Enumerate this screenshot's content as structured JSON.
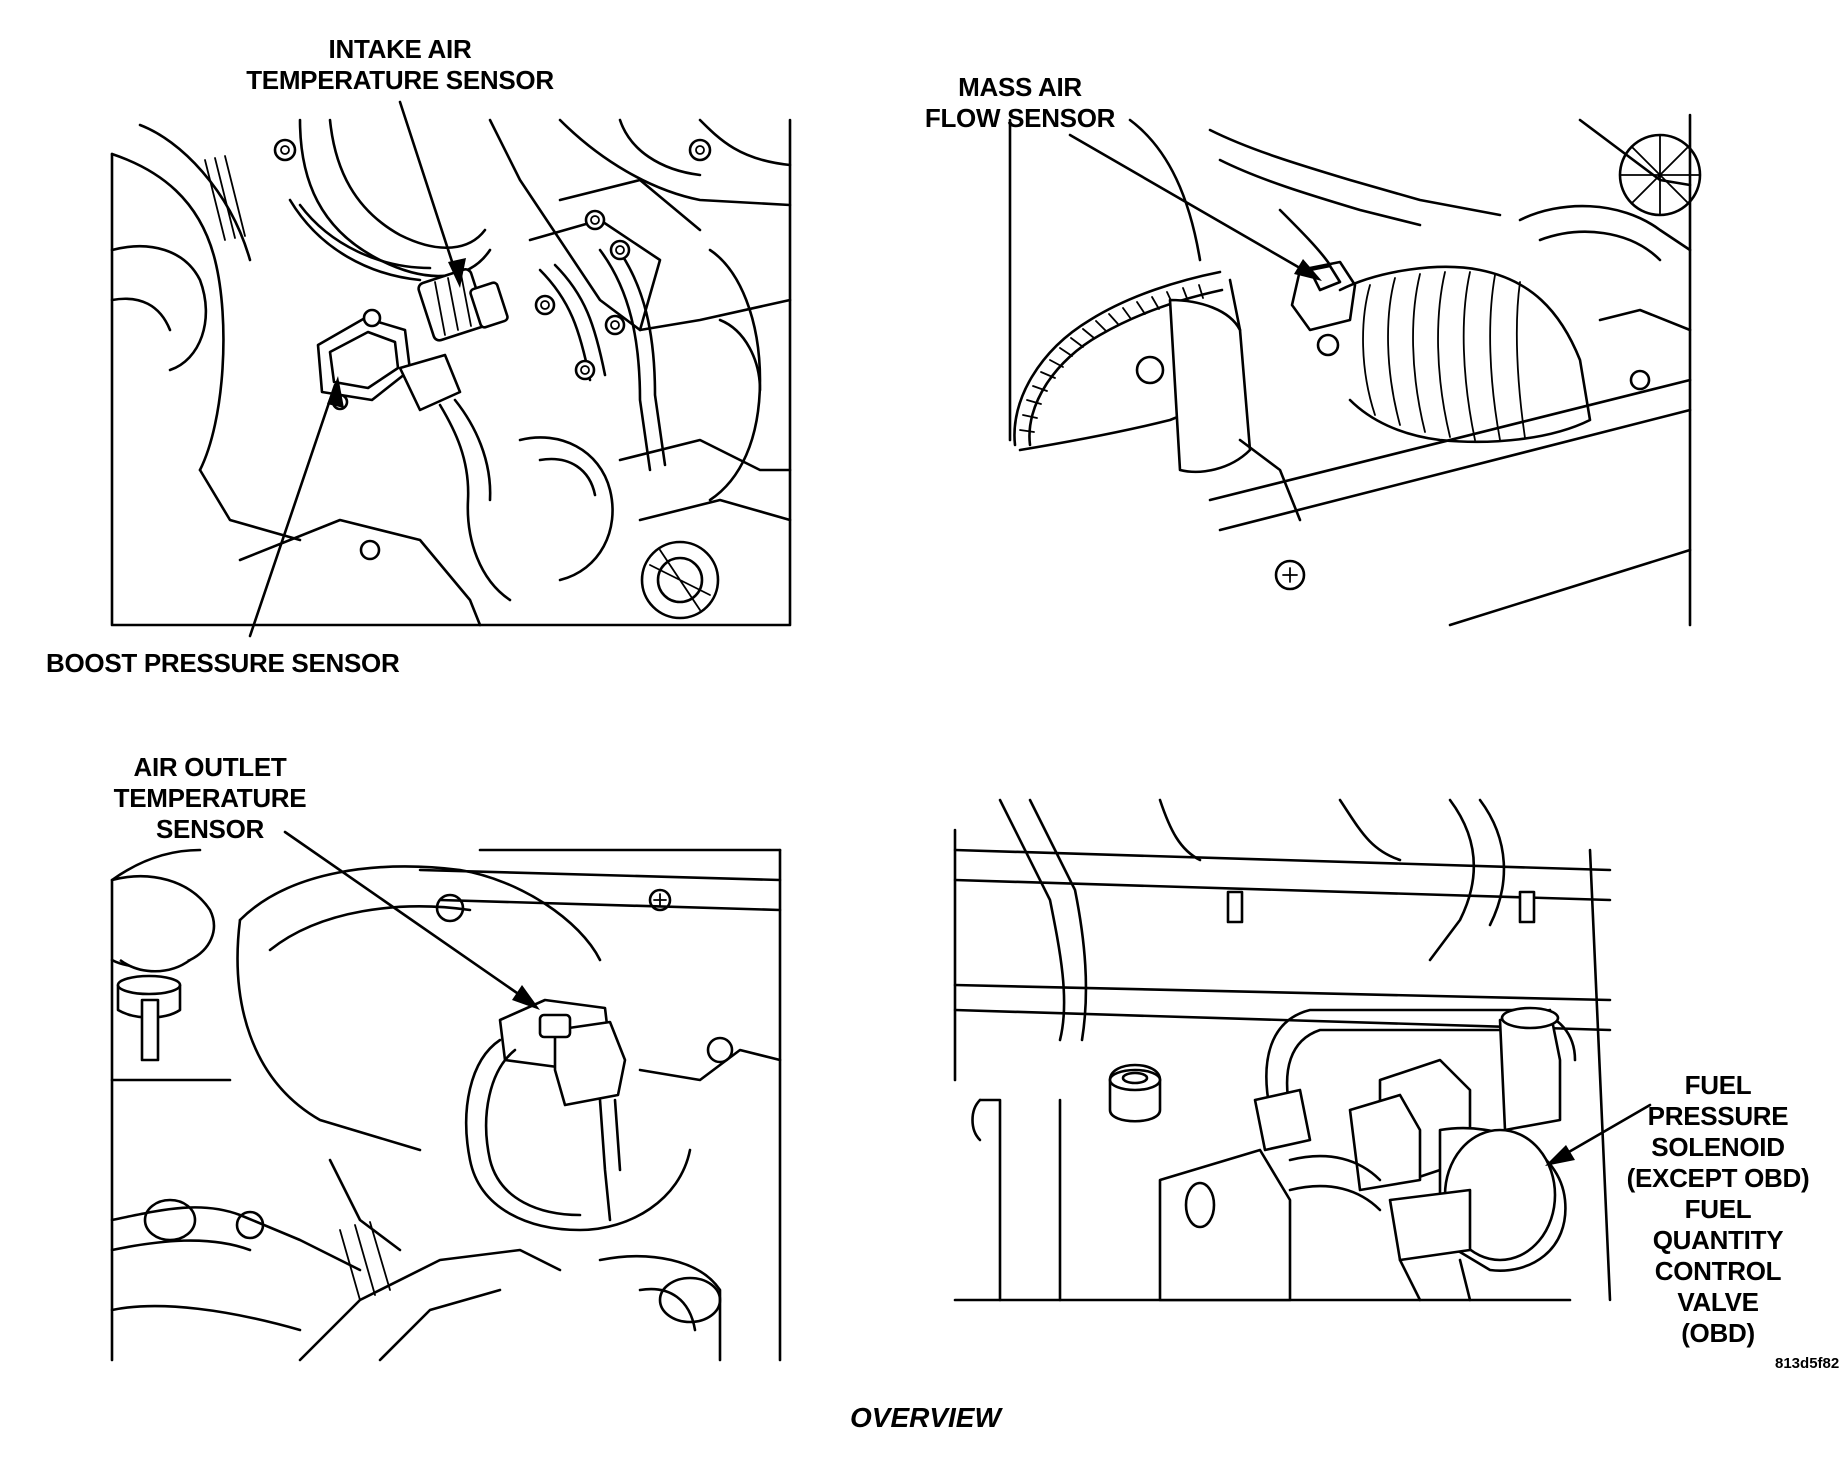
{
  "labels": {
    "intake_air_temperature_sensor": "INTAKE AIR\nTEMPERATURE SENSOR",
    "boost_pressure_sensor": "BOOST PRESSURE SENSOR",
    "mass_air_flow_sensor": "MASS AIR\nFLOW SENSOR",
    "air_outlet_temperature_sensor": "AIR OUTLET\nTEMPERATURE\nSENSOR",
    "fuel_pressure_solenoid": "FUEL\nPRESSURE\nSOLENOID\n(EXCEPT OBD)\nFUEL\nQUANTITY\nCONTROL\nVALVE\n(OBD)"
  },
  "figure_code": "813d5f82",
  "caption": "OVERVIEW"
}
